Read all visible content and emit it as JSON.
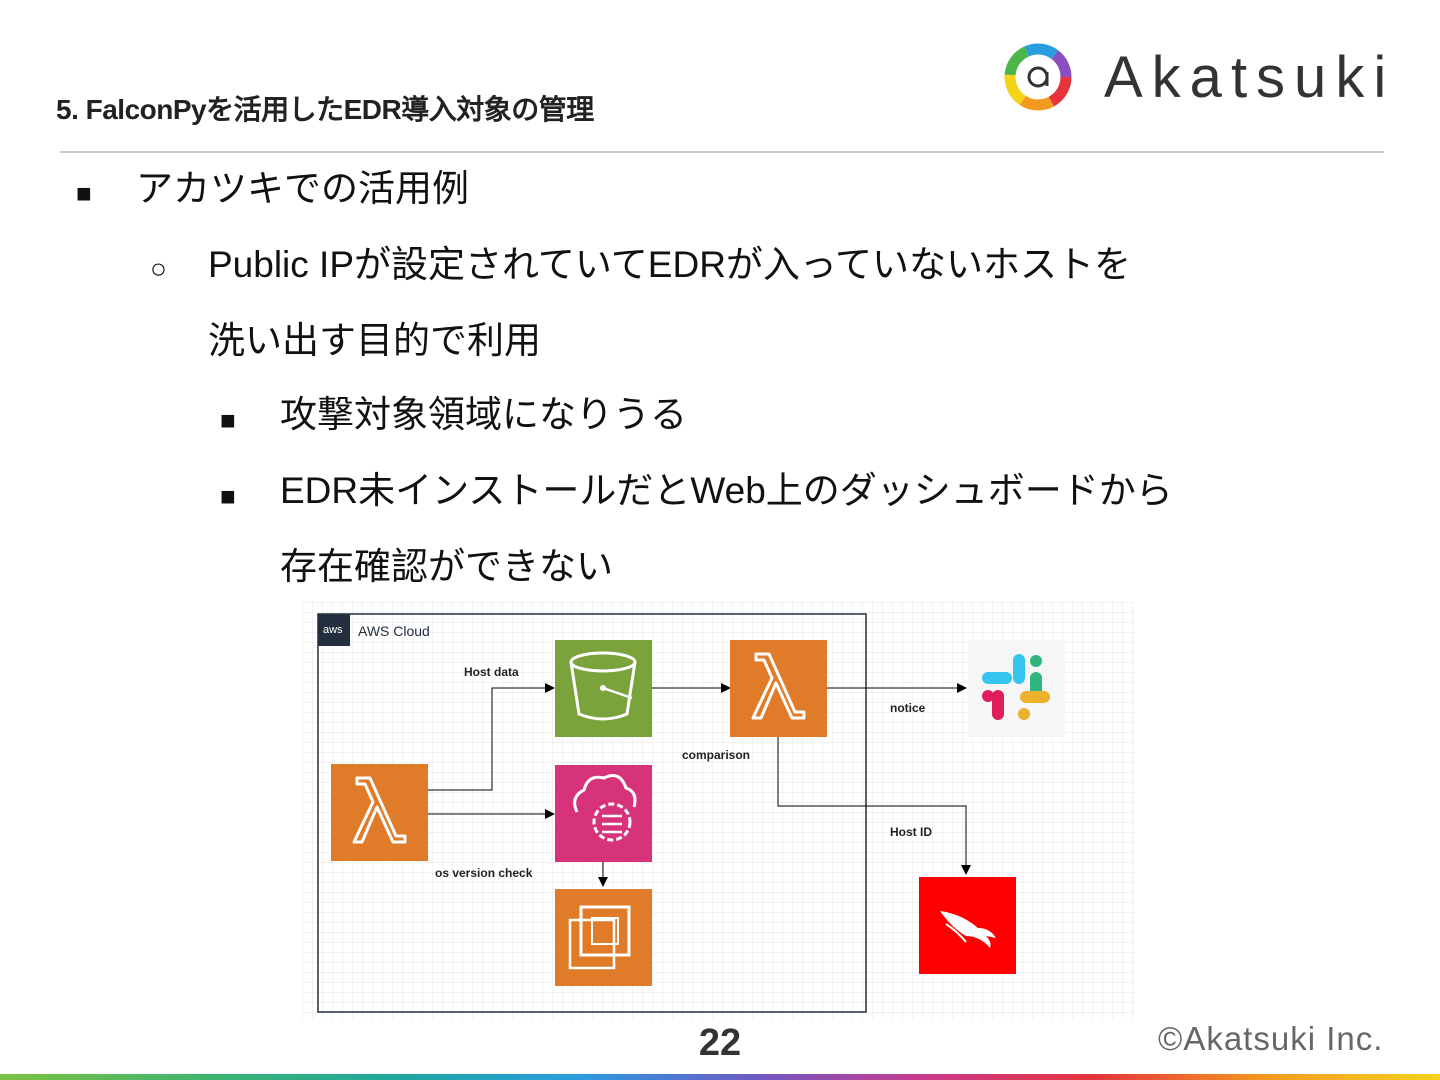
{
  "header": {
    "section_title": "5. FalconPyを活用したEDR導入対象の管理",
    "logo_text": "Akatsuki"
  },
  "bullets": {
    "level1": "アカツキでの活用例",
    "level2_line1": "Public IPが設定されていてEDRが入っていないホストを",
    "level2_line2": "洗い出す目的で利用",
    "level3_items": [
      {
        "line1": "攻撃対象領域になりうる"
      },
      {
        "line1": "EDR未インストールだとWeb上のダッシュボードから",
        "line2": "存在確認ができない"
      }
    ],
    "marker_square": "■",
    "marker_circle": "○"
  },
  "diagram": {
    "group_label": "AWS Cloud",
    "aws_badge": "aws",
    "edge_labels": {
      "host_data": "Host data",
      "comparison": "comparison",
      "notice": "notice",
      "host_id": "Host ID",
      "os_version_check": "os version check"
    },
    "icons": [
      "lambda-icon",
      "s3-bucket-icon",
      "lambda-icon",
      "slack-icon",
      "systems-manager-icon",
      "ec2-icon",
      "crowdstrike-falcon-icon"
    ],
    "colors": {
      "lambda": "#e07b2a",
      "s3": "#7aa33b",
      "ssm": "#d6337a",
      "ec2": "#e07b2a",
      "crowdstrike": "#ff0000"
    }
  },
  "footer": {
    "page_number": "22",
    "copyright": "©Akatsuki Inc."
  }
}
